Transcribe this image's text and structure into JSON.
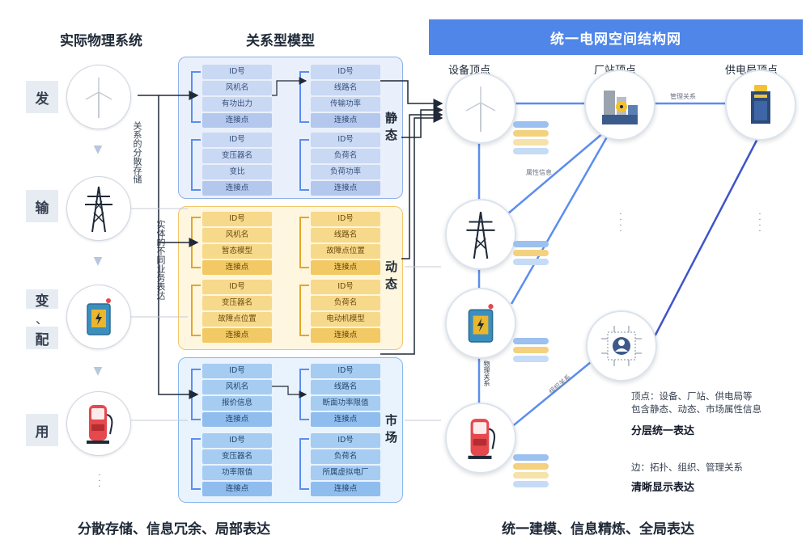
{
  "headers": {
    "physical": "实际物理系统",
    "relational": "关系型模型",
    "unified": "统一电网空间结构网"
  },
  "physical_stages": [
    "发",
    "输",
    "变",
    "、",
    "配",
    "用"
  ],
  "physical_side_note_top": "关系的分散存储",
  "physical_side_note_mid": "实体的不同业务表达",
  "group_labels": {
    "static": "静态",
    "dynamic": "动态",
    "market": "市场"
  },
  "tables": {
    "static_gen": [
      "ID号",
      "风机名",
      "有功出力",
      "连接点"
    ],
    "static_line": [
      "ID号",
      "线路名",
      "传输功率",
      "连接点"
    ],
    "static_trans": [
      "ID号",
      "变压器名",
      "变比",
      "连接点"
    ],
    "static_load": [
      "ID号",
      "负荷名",
      "负荷功率",
      "连接点"
    ],
    "dyn_gen": [
      "ID号",
      "风机名",
      "暂态模型",
      "连接点"
    ],
    "dyn_line": [
      "ID号",
      "线路名",
      "故障点位置",
      "连接点"
    ],
    "dyn_trans": [
      "ID号",
      "变压器名",
      "故障点位置",
      "连接点"
    ],
    "dyn_load": [
      "ID号",
      "负荷名",
      "电动机模型",
      "连接点"
    ],
    "mkt_gen": [
      "ID号",
      "风机名",
      "报价信息",
      "连接点"
    ],
    "mkt_line": [
      "ID号",
      "线路名",
      "断面功率限值",
      "连接点"
    ],
    "mkt_trans": [
      "ID号",
      "变压器名",
      "功率限值",
      "连接点"
    ],
    "mkt_load": [
      "ID号",
      "负荷名",
      "所属虚拟电厂",
      "连接点"
    ]
  },
  "vertex_headers": {
    "device": "设备顶点",
    "plant": "厂站顶点",
    "bureau": "供电局顶点"
  },
  "edge_labels": {
    "manage": "管理关系",
    "device_attr": "属性信息",
    "physical": "物理关系",
    "org": "组织关系"
  },
  "notes": {
    "vertex_line1": "顶点：设备、厂站、供电局等",
    "vertex_line2": "包含静态、动态、市场属性信息",
    "vertex_bold": "分层统一表达",
    "edge_line": "边：拓扑、组织、管理关系",
    "edge_bold": "清晰显示表达"
  },
  "footers": {
    "left": "分散存储、信息冗余、局部表达",
    "right": "统一建模、信息精炼、全局表达"
  },
  "colors": {
    "accent_blue": "#4f86e8",
    "line_blue": "#5b8def",
    "static_group": "#e9f0fc",
    "dynamic_group": "#fff6df",
    "market_group": "#e9f3fd"
  },
  "icons": [
    "wind-turbine-icon",
    "pylon-icon",
    "transformer-icon",
    "charging-station-icon",
    "power-plant-icon",
    "bureau-building-icon",
    "organization-icon"
  ]
}
